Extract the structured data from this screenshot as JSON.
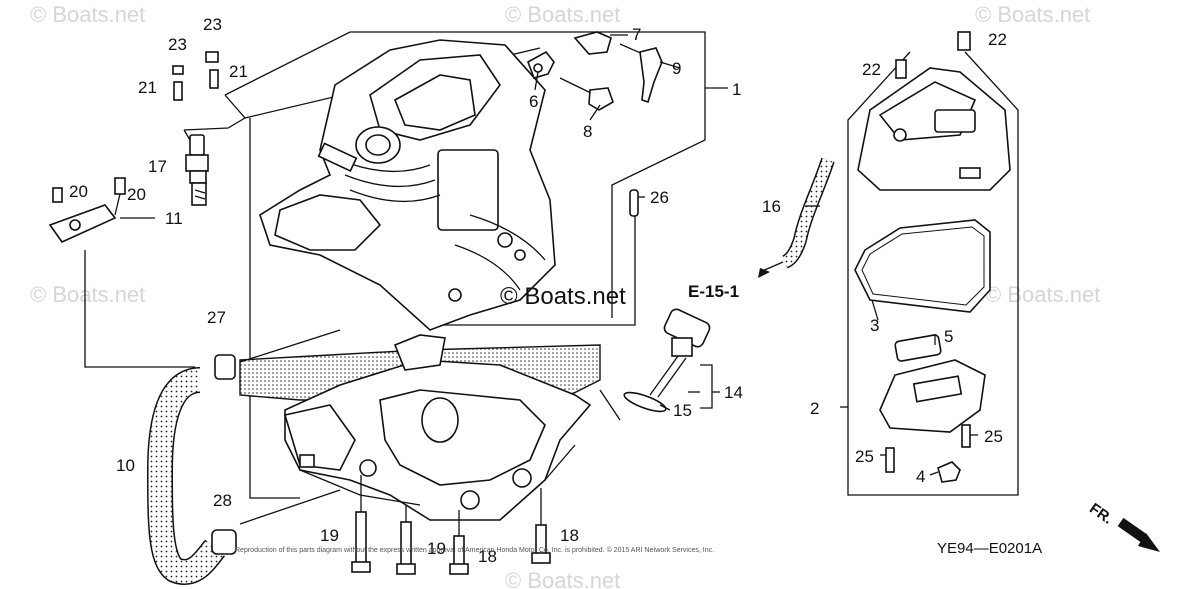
{
  "watermark": "© Boats.net",
  "center_watermark": "© Boats.net",
  "callout_ref": "E-15-1",
  "diagram_code": "YE94—E0201A",
  "direction_label": "FR.",
  "copyright_notice": "Reproduction of this parts diagram without the express written approval of American Honda Motor Co. Inc. is prohibited. © 2015 ARI Network Services, Inc.",
  "part_numbers": {
    "p1": "1",
    "p2": "2",
    "p3": "3",
    "p4": "4",
    "p5": "5",
    "p6": "6",
    "p7": "7",
    "p8": "8",
    "p9": "9",
    "p10": "10",
    "p11": "11",
    "p14": "14",
    "p15": "15",
    "p16": "16",
    "p17": "17",
    "p18": "18",
    "p19": "19",
    "p20": "20",
    "p21": "21",
    "p22": "22",
    "p23": "23",
    "p25": "25",
    "p26": "26",
    "p27": "27",
    "p28": "28"
  }
}
